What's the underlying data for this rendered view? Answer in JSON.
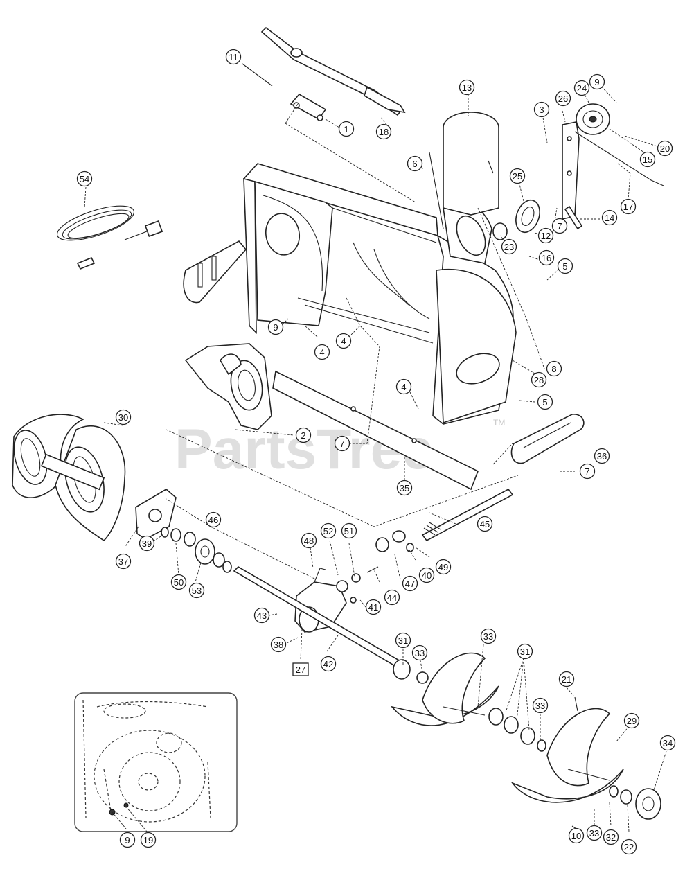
{
  "watermark": {
    "text": "PartsTree",
    "tm": "TM"
  },
  "callouts": [
    {
      "id": "c1",
      "label": "1"
    },
    {
      "id": "c2",
      "label": "2"
    },
    {
      "id": "c3",
      "label": "3"
    },
    {
      "id": "c4a",
      "label": "4"
    },
    {
      "id": "c4b",
      "label": "4"
    },
    {
      "id": "c4c",
      "label": "4"
    },
    {
      "id": "c5a",
      "label": "5"
    },
    {
      "id": "c5b",
      "label": "5"
    },
    {
      "id": "c6",
      "label": "6"
    },
    {
      "id": "c7a",
      "label": "7"
    },
    {
      "id": "c7b",
      "label": "7"
    },
    {
      "id": "c7c",
      "label": "7"
    },
    {
      "id": "c8",
      "label": "8"
    },
    {
      "id": "c9a",
      "label": "9"
    },
    {
      "id": "c9b",
      "label": "9"
    },
    {
      "id": "c9c",
      "label": "9"
    },
    {
      "id": "c10",
      "label": "10"
    },
    {
      "id": "c11",
      "label": "11"
    },
    {
      "id": "c12",
      "label": "12"
    },
    {
      "id": "c13",
      "label": "13"
    },
    {
      "id": "c14",
      "label": "14"
    },
    {
      "id": "c15",
      "label": "15"
    },
    {
      "id": "c16",
      "label": "16"
    },
    {
      "id": "c17",
      "label": "17"
    },
    {
      "id": "c18",
      "label": "18"
    },
    {
      "id": "c19",
      "label": "19"
    },
    {
      "id": "c20",
      "label": "20"
    },
    {
      "id": "c21",
      "label": "21"
    },
    {
      "id": "c22",
      "label": "22"
    },
    {
      "id": "c23",
      "label": "23"
    },
    {
      "id": "c24",
      "label": "24"
    },
    {
      "id": "c25",
      "label": "25"
    },
    {
      "id": "c26",
      "label": "26"
    },
    {
      "id": "c28",
      "label": "28"
    },
    {
      "id": "c29",
      "label": "29"
    },
    {
      "id": "c30",
      "label": "30"
    },
    {
      "id": "c31a",
      "label": "31"
    },
    {
      "id": "c31b",
      "label": "31"
    },
    {
      "id": "c32",
      "label": "32"
    },
    {
      "id": "c33a",
      "label": "33"
    },
    {
      "id": "c33b",
      "label": "33"
    },
    {
      "id": "c33c",
      "label": "33"
    },
    {
      "id": "c33d",
      "label": "33"
    },
    {
      "id": "c34",
      "label": "34"
    },
    {
      "id": "c35",
      "label": "35"
    },
    {
      "id": "c36",
      "label": "36"
    },
    {
      "id": "c37",
      "label": "37"
    },
    {
      "id": "c38",
      "label": "38"
    },
    {
      "id": "c39",
      "label": "39"
    },
    {
      "id": "c40",
      "label": "40"
    },
    {
      "id": "c41",
      "label": "41"
    },
    {
      "id": "c42",
      "label": "42"
    },
    {
      "id": "c43",
      "label": "43"
    },
    {
      "id": "c44",
      "label": "44"
    },
    {
      "id": "c45",
      "label": "45"
    },
    {
      "id": "c46",
      "label": "46"
    },
    {
      "id": "c47",
      "label": "47"
    },
    {
      "id": "c48",
      "label": "48"
    },
    {
      "id": "c49",
      "label": "49"
    },
    {
      "id": "c50",
      "label": "50"
    },
    {
      "id": "c51",
      "label": "51"
    },
    {
      "id": "c52",
      "label": "52"
    },
    {
      "id": "c53",
      "label": "53"
    },
    {
      "id": "c54",
      "label": "54"
    }
  ],
  "boxed_callouts": [
    {
      "id": "b27",
      "label": "27"
    }
  ]
}
